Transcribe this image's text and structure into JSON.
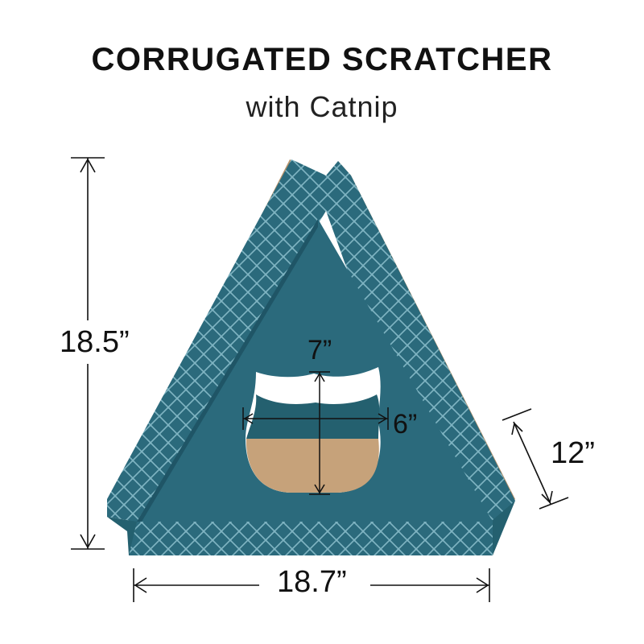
{
  "product": {
    "title": "CORRUGATED SCRATCHER",
    "subtitle": "with Catnip"
  },
  "dimensions": {
    "height": "18.5”",
    "width": "18.7”",
    "depth": "12”",
    "opening_width": "7”",
    "opening_height": "6”"
  },
  "colors": {
    "teal": "#2b6a7c",
    "teal_dark": "#1f5566",
    "pattern": "#7fb4c2",
    "cardboard": "#c9a67f",
    "cardboard_dark": "#a98862"
  }
}
